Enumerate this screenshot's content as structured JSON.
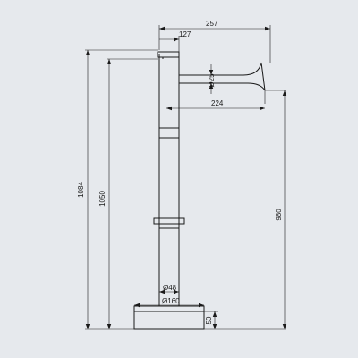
{
  "drawing": {
    "colors": {
      "background": "#e6e9ed",
      "line": "#1a1a1a"
    },
    "dimensions": {
      "spout_reach_total": "257",
      "lever_to_axis": "127",
      "spout_diameter": "Ø25",
      "spout_reach": "224",
      "total_height": "1084",
      "lever_height": "1050",
      "outlet_height": "980",
      "column_diameter": "Ø48",
      "base_diameter": "Ø160",
      "base_height": "50"
    }
  }
}
